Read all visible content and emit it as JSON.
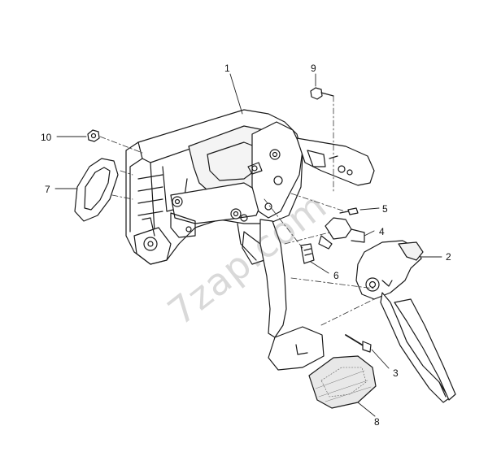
{
  "diagram": {
    "callouts": [
      {
        "id": "c1",
        "label": "1"
      },
      {
        "id": "c2",
        "label": "2"
      },
      {
        "id": "c3",
        "label": "3"
      },
      {
        "id": "c4",
        "label": "4"
      },
      {
        "id": "c5",
        "label": "5"
      },
      {
        "id": "c6",
        "label": "6"
      },
      {
        "id": "c7",
        "label": "7"
      },
      {
        "id": "c8",
        "label": "8"
      },
      {
        "id": "c9",
        "label": "9"
      },
      {
        "id": "c10",
        "label": "10"
      }
    ],
    "watermark": "7zap.com"
  }
}
